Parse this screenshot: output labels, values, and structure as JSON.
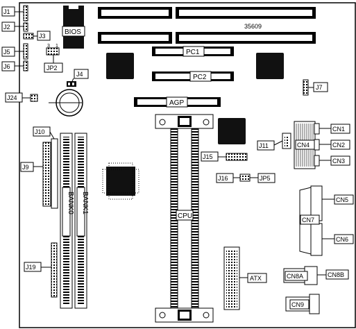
{
  "board_id": "35609",
  "labels": {
    "bios": "BIOS",
    "pc1": "PC1",
    "pc2": "PC2",
    "agp": "AGP",
    "cpu": "CPU",
    "atx": "ATX",
    "bank0": "BANK0",
    "bank1": "BANK1",
    "jp2_pin_a": "3",
    "jp2_pin_b": "1"
  },
  "callouts": {
    "j1": "J1",
    "j2": "J2",
    "j3": "J3",
    "j5": "J5",
    "j6": "J6",
    "jp2": "JP2",
    "j4": "J4",
    "j24": "J24",
    "j7": "J7",
    "j10": "J10",
    "j9": "J9",
    "j19": "J19",
    "j11": "J11",
    "j15": "J15",
    "j16": "J16",
    "jp5": "JP5",
    "cn1": "CN1",
    "cn2": "CN2",
    "cn3": "CN3",
    "cn4": "CN4",
    "cn5": "CN5",
    "cn6": "CN6",
    "cn7": "CN7",
    "cn8a": "CN8A",
    "cn8b": "CN8B",
    "cn9": "CN9",
    "atx_label": "ATX"
  },
  "colors": {
    "ink": "#000000",
    "paper": "#ffffff",
    "chip_fill": "#111111",
    "socket_fill": "#f2f2f2"
  }
}
